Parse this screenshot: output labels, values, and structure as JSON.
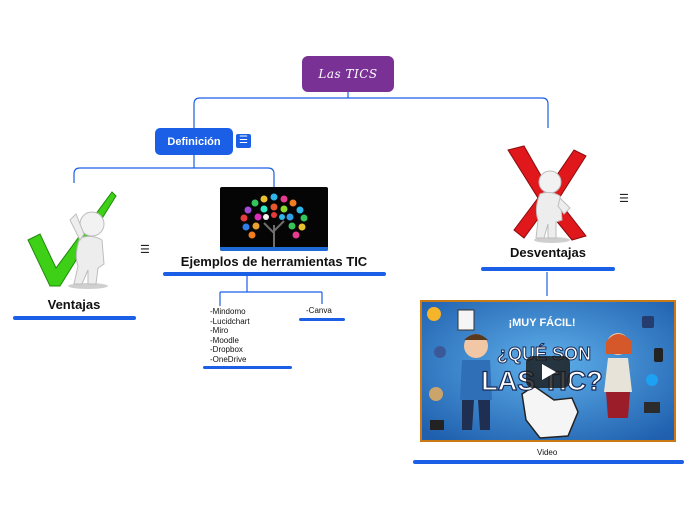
{
  "root": {
    "label": "Las TICS"
  },
  "definicion": {
    "label": "Definición",
    "note_glyph": "☰"
  },
  "ventajas": {
    "label": "Ventajas",
    "note_glyph": "☰"
  },
  "ejemplos": {
    "label": "Ejemplos de herramientas TIC",
    "tools_list": [
      "-Mindomo",
      "-Lucidchart",
      "-Miro",
      "-Moodle",
      "-Dropbox",
      "-OneDrive"
    ],
    "canva": "-Canva"
  },
  "desventajas": {
    "label": "Desventajas",
    "note_glyph": "☰"
  },
  "video": {
    "caption": "Video",
    "thumb_top": "¡MUY FÁCIL!",
    "thumb_title_1": "¿QUÉ SON",
    "thumb_title_2": "LAS TIC?"
  },
  "colors": {
    "root": "#7a3196",
    "accent": "#1a5fe6",
    "connector": "#1a5fe6",
    "check": "#3ecf17",
    "cross": "#e0171b"
  },
  "icons": [
    "note-icon",
    "check-mark-icon",
    "cross-mark-icon",
    "play-icon",
    "person-figure-icon"
  ]
}
